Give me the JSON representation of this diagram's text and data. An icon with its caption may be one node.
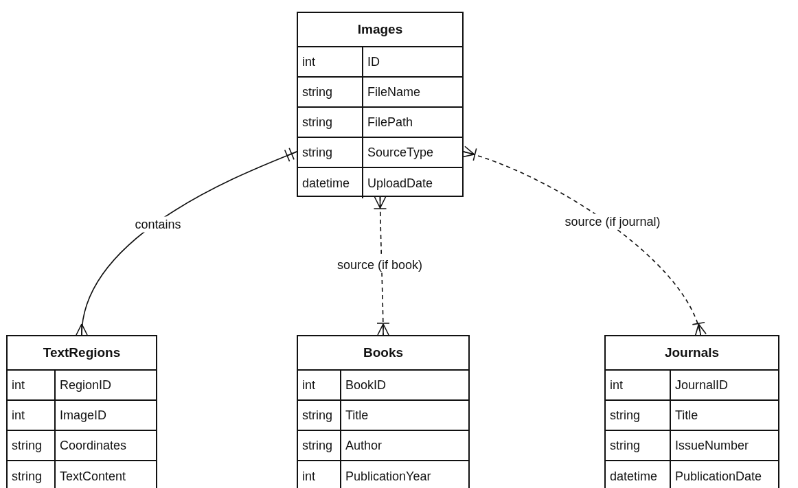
{
  "diagram": {
    "nodes": [
      {
        "text": [
          "Images",
          "int",
          "ID",
          "string",
          "FileName",
          "string",
          "FilePath",
          "string",
          "SourceType",
          "datetime",
          "UploadDate"
        ]
      },
      {
        "text": [
          "TextRegions",
          "int",
          "RegionID",
          "int",
          "ImageID",
          "string",
          "Coordinates",
          "string",
          "TextContent"
        ]
      },
      {
        "text": [
          "Books",
          "int",
          "BookID",
          "string",
          "Title",
          "string",
          "Author",
          "int",
          "PublicationYear"
        ]
      },
      {
        "text": [
          "Journals",
          "int",
          "JournalID",
          "string",
          "Title",
          "string",
          "IssueNumber",
          "datetime",
          "PublicationDate"
        ]
      }
    ],
    "edges": [
      {
        "from": 0,
        "to": 1,
        "arrow": "other",
        "label": "contains"
      },
      {
        "from": 0,
        "to": 2,
        "arrow": "other",
        "label": "source (if book)",
        "style": "dashed"
      },
      {
        "from": 0,
        "to": 3,
        "arrow": "other",
        "label": "source (if journal)",
        "style": "dashed"
      }
    ]
  }
}
